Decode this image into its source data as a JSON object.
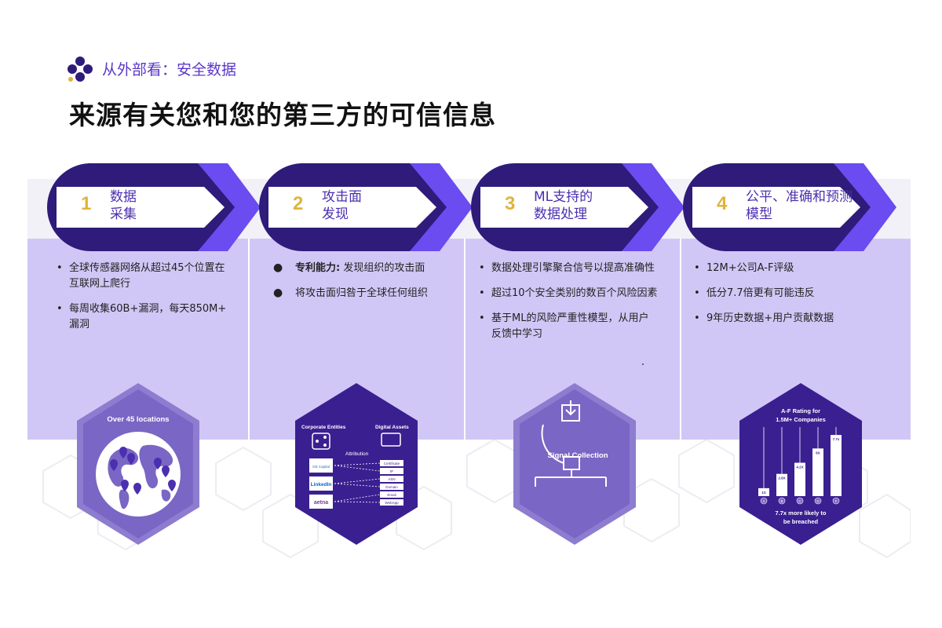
{
  "header": {
    "kicker": "从外部看：安全数据",
    "title": "来源有关您和您的第三方的可信信息"
  },
  "colors": {
    "arrow_dark": "#2e1b7a",
    "arrow_accent": "#6a4cf0",
    "number": "#e0b43a",
    "panel": "#d1c7f6",
    "hex_dark": "#3a1f91",
    "hex_light": "#7b68c8"
  },
  "steps": [
    {
      "number": "1",
      "label_line1": "数据",
      "label_line2": "采集",
      "bullets": [
        {
          "text_line1": "全球传感器网络从超过45个位置在",
          "text_line2": "互联网上爬行"
        },
        {
          "text_line1": "每周收集60B+漏洞，每天850M+",
          "text_line2": "漏洞"
        }
      ],
      "graphic": {
        "icon": "globe-icon",
        "caption": "Over 45 locations"
      }
    },
    {
      "number": "2",
      "label_line1": "攻击面",
      "label_line2": "发现",
      "bullets": [
        {
          "bold": "专利能力:",
          "text": " 发现组织的攻击面"
        },
        {
          "text": "将攻击面归咎于全球任何组织"
        }
      ],
      "graphic": {
        "left_title": "Corporate Entities",
        "right_title": "Digital Assets",
        "middle_label": "Attribution",
        "entities": [
          "GE Capital",
          "LinkedIn",
          "aetna"
        ],
        "assets": [
          "Certificate",
          "IP",
          "ASN",
          "Domain",
          "Email",
          "WebApp"
        ]
      }
    },
    {
      "number": "3",
      "label_line1": "ML支持的",
      "label_line2": "数据处理",
      "bullets": [
        {
          "text_line1": "数据处理引擎聚合信号以提高准确性"
        },
        {
          "text_line1": "超过10个安全类别的数百个风险因素"
        },
        {
          "text_line1": "基于ML的风险严重性模型，从用户",
          "text_line2": "反馈中学习"
        }
      ],
      "graphic": {
        "icon": "signal-collection-icon",
        "caption": "Signal Collection"
      }
    },
    {
      "number": "4",
      "label_line1": "公平、准确和预测",
      "label_line2": "模型",
      "bullets": [
        {
          "text_line1": "12M+公司A-F评级"
        },
        {
          "text_line1": "低分7.7倍更有可能违反"
        },
        {
          "text_line1": "9年历史数据+用户贡献数据"
        }
      ],
      "graphic": {
        "title_line1": "A-F Rating for",
        "title_line2": "1.5M+ Companies",
        "footer_line1": "7.7x more likely to",
        "footer_line2": "be breached"
      }
    }
  ],
  "chart_data": {
    "type": "bar",
    "title": "A-F Rating for 1.5M+ Companies",
    "categories": [
      "A",
      "B",
      "C",
      "D",
      "F"
    ],
    "values": [
      1,
      2.8,
      4.2,
      6,
      7.7
    ],
    "value_labels": [
      "1X",
      "2.8X",
      "4.2X",
      "6X",
      "7.7x"
    ],
    "ylim": [
      0,
      8.5
    ]
  }
}
